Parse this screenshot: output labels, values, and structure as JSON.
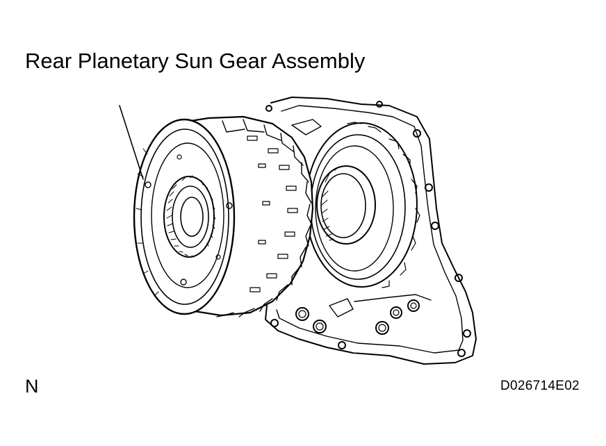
{
  "diagram": {
    "title": "Rear Planetary Sun Gear Assembly",
    "corner_left": "N",
    "figure_code": "D026714E02"
  },
  "colors": {
    "ink": "#000000",
    "paper": "#ffffff"
  }
}
